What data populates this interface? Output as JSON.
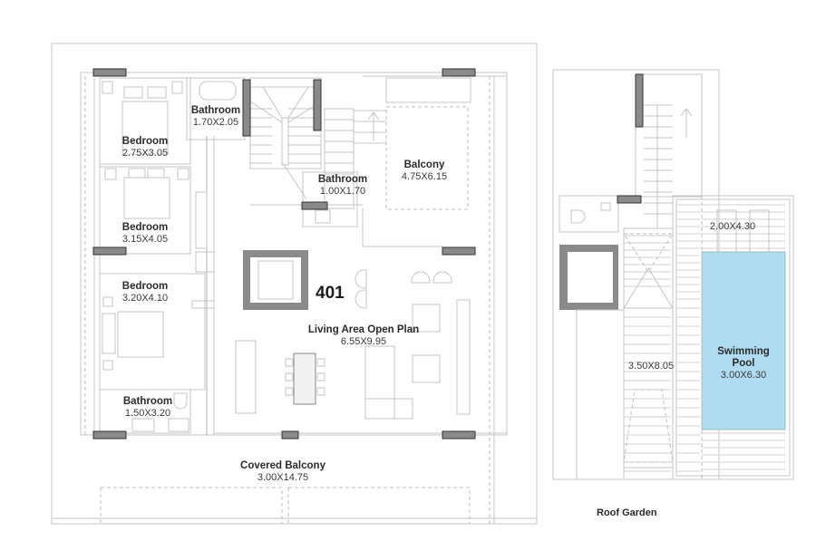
{
  "plan": {
    "unit_number": "401",
    "floor": {
      "rooms": [
        {
          "id": "bedroom-1",
          "name": "Bedroom",
          "dims": "2.75X3.05"
        },
        {
          "id": "bathroom-1",
          "name": "Bathroom",
          "dims": "1.70X2.05"
        },
        {
          "id": "bedroom-2",
          "name": "Bedroom",
          "dims": "3.15X4.05"
        },
        {
          "id": "bedroom-3",
          "name": "Bedroom",
          "dims": "3.20X4.10"
        },
        {
          "id": "bathroom-3",
          "name": "Bathroom",
          "dims": "1.50X3.20"
        },
        {
          "id": "bathroom-2",
          "name": "Bathroom",
          "dims": "1.00X1.70"
        },
        {
          "id": "balcony",
          "name": "Balcony",
          "dims": "4.75X6.15"
        },
        {
          "id": "living-area",
          "name": "Living Area Open Plan",
          "dims": "6.55X9.95"
        },
        {
          "id": "covered-balcony",
          "name": "Covered Balcony",
          "dims": "3.00X14.75"
        }
      ]
    },
    "roof": {
      "caption": "Roof Garden",
      "areas": [
        {
          "id": "deck",
          "dims": "2.00X4.30"
        },
        {
          "id": "terrace",
          "dims": "3.50X8.05"
        },
        {
          "id": "pool",
          "name_line1": "Swimming",
          "name_line2": "Pool",
          "dims": "3.00X6.30"
        }
      ]
    },
    "colors": {
      "pool_fill": "#b0dcf2",
      "column_fill": "#8a8a8a",
      "line": "#c4c4c4"
    }
  }
}
